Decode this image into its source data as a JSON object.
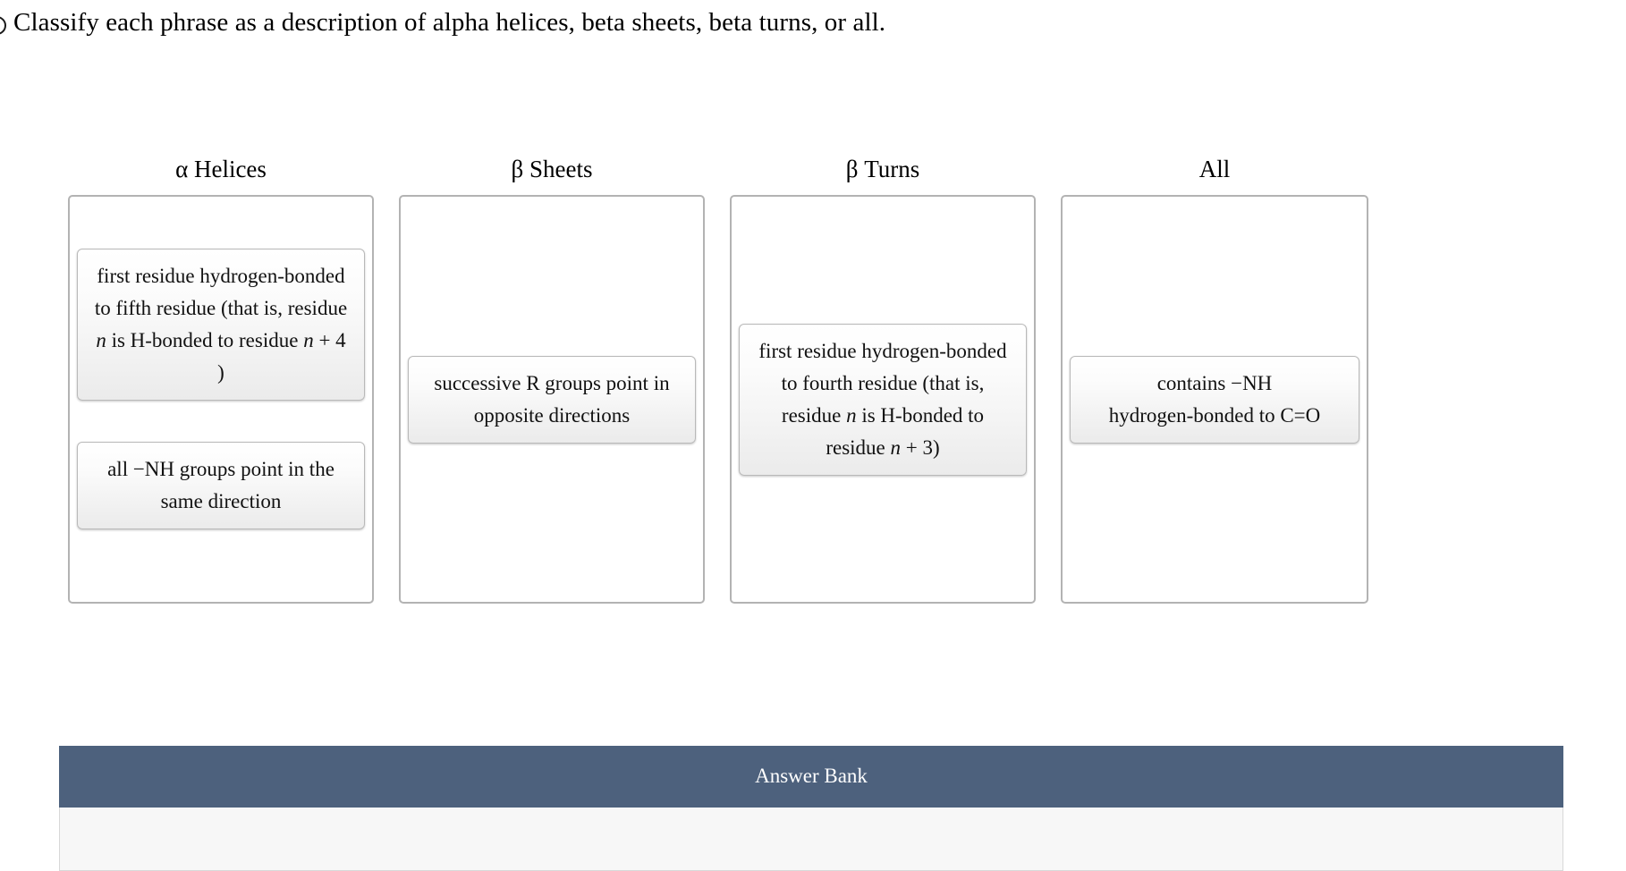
{
  "prompt": {
    "bullet_icon": "bullet-circle-icon",
    "text": "Classify each phrase as a description of alpha helices, beta sheets, beta turns, or all."
  },
  "columns": [
    {
      "id": "alpha-helices",
      "title": "α Helices",
      "alignment": "upper",
      "tiles": [
        {
          "id": "tile-n-plus-4",
          "text": "first residue hydrogen-bonded to fifth residue (that is, residue n is H-bonded to residue n + 4 )",
          "lines": [
            {
              "segments": [
                {
                  "text": "first residue hydrogen-bonded",
                  "italic": false
                }
              ]
            },
            {
              "segments": [
                {
                  "text": "to fifth residue (that is, residue",
                  "italic": false
                }
              ]
            },
            {
              "segments": [
                {
                  "text": "n",
                  "italic": true
                },
                {
                  "text": " is H-bonded to residue ",
                  "italic": false
                },
                {
                  "text": "n",
                  "italic": true
                },
                {
                  "text": " + 4",
                  "italic": false
                }
              ]
            },
            {
              "segments": [
                {
                  "text": ")",
                  "italic": false
                }
              ]
            }
          ]
        },
        {
          "id": "tile-nh-same-direction",
          "text": "all −NH groups point in the same direction",
          "lines": [
            {
              "segments": [
                {
                  "text": "all −NH groups point in the",
                  "italic": false
                }
              ]
            },
            {
              "segments": [
                {
                  "text": "same direction",
                  "italic": false
                }
              ]
            }
          ]
        }
      ]
    },
    {
      "id": "beta-sheets",
      "title": "β Sheets",
      "alignment": "center",
      "tiles": [
        {
          "id": "tile-successive-r-groups",
          "text": "successive R groups point in opposite directions",
          "lines": [
            {
              "segments": [
                {
                  "text": "successive R groups point in",
                  "italic": false
                }
              ]
            },
            {
              "segments": [
                {
                  "text": "opposite directions",
                  "italic": false
                }
              ]
            }
          ]
        }
      ]
    },
    {
      "id": "beta-turns",
      "title": "β Turns",
      "alignment": "mid",
      "tiles": [
        {
          "id": "tile-n-plus-3",
          "text": "first residue hydrogen-bonded to fourth residue (that is, residue n is H-bonded to residue n + 3)",
          "lines": [
            {
              "segments": [
                {
                  "text": "first residue hydrogen-bonded",
                  "italic": false
                }
              ]
            },
            {
              "segments": [
                {
                  "text": "to fourth residue (that is,",
                  "italic": false
                }
              ]
            },
            {
              "segments": [
                {
                  "text": "residue ",
                  "italic": false
                },
                {
                  "text": "n",
                  "italic": true
                },
                {
                  "text": " is H-bonded to",
                  "italic": false
                }
              ]
            },
            {
              "segments": [
                {
                  "text": "residue ",
                  "italic": false
                },
                {
                  "text": "n",
                  "italic": true
                },
                {
                  "text": " + 3)",
                  "italic": false
                }
              ]
            }
          ]
        }
      ]
    },
    {
      "id": "all",
      "title": "All",
      "alignment": "center",
      "tiles": [
        {
          "id": "tile-contains-nh",
          "text": "contains −NH hydrogen-bonded to C=O",
          "lines": [
            {
              "segments": [
                {
                  "text": "contains −NH",
                  "italic": false
                }
              ]
            },
            {
              "segments": [
                {
                  "text": "hydrogen-bonded to C=O",
                  "italic": false
                }
              ]
            }
          ]
        }
      ]
    }
  ],
  "answer_bank": {
    "title": "Answer Bank",
    "header_color": "#4d617d",
    "body_color": "#f7f7f7",
    "items": []
  }
}
